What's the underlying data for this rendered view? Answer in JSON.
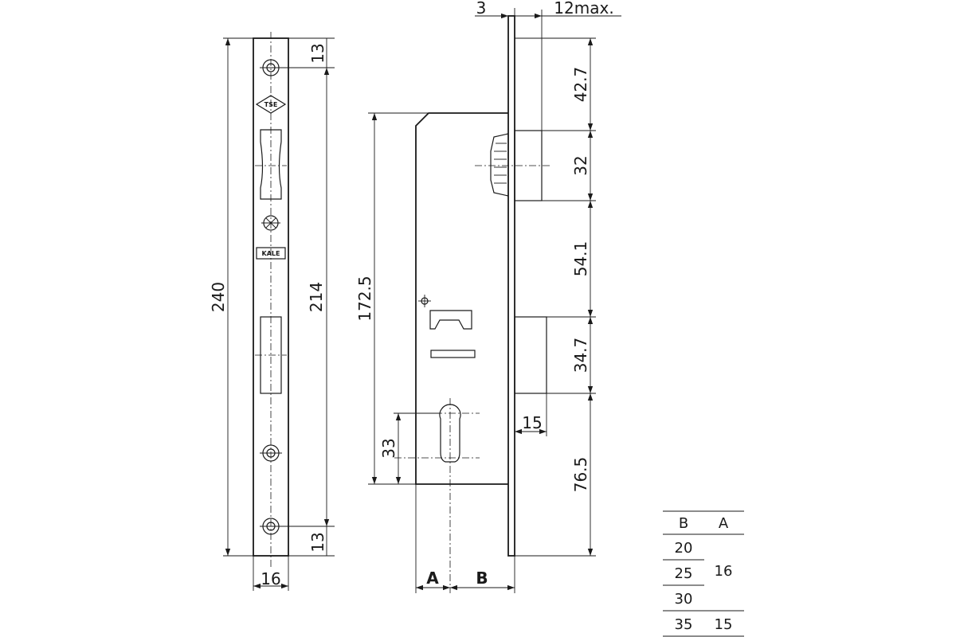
{
  "front_view": {
    "overall_height": "240",
    "inner_height": "214",
    "top_offset": "13",
    "bottom_offset": "13",
    "plate_width": "16",
    "logo_tse": "TSE",
    "logo_kale": "KALE"
  },
  "side_view": {
    "plate_thickness": "3",
    "latch_projection": "12max.",
    "case_height": "172.5",
    "dim_top": "42.7",
    "dim_latch": "32",
    "dim_mid": "54.1",
    "dim_deadbolt": "34.7",
    "dim_bottom": "76.5",
    "bolt_depth": "15",
    "cylinder_offset": "33",
    "label_a": "A",
    "label_b": "B"
  },
  "table": {
    "headers": [
      "B",
      "A"
    ],
    "rows": [
      {
        "b": "20",
        "a": ""
      },
      {
        "b": "25",
        "a": "16"
      },
      {
        "b": "30",
        "a": ""
      },
      {
        "b": "35",
        "a": "15"
      }
    ]
  }
}
